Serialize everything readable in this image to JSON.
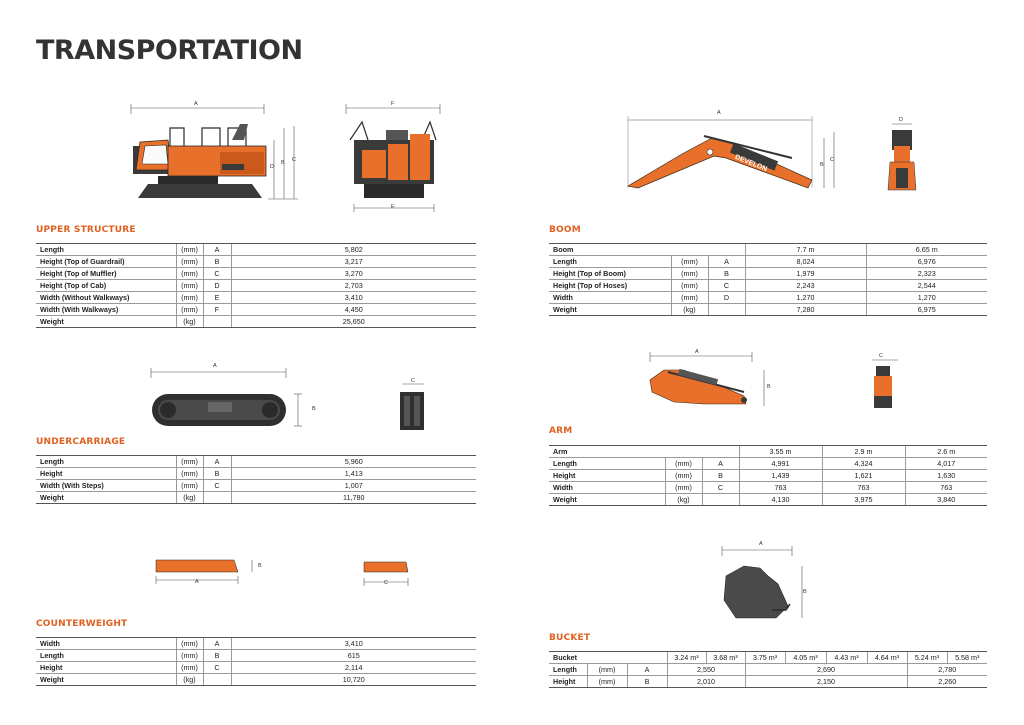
{
  "page_title": "TRANSPORTATION",
  "colors": {
    "accent": "#e06020",
    "machine_orange": "#e8702a",
    "machine_dark": "#3a3a3a"
  },
  "upper_structure": {
    "heading": "UPPER STRUCTURE",
    "rows": [
      {
        "label": "Length",
        "unit": "(mm)",
        "code": "A",
        "value": "5,802"
      },
      {
        "label": "Height (Top of Guardrail)",
        "unit": "(mm)",
        "code": "B",
        "value": "3,217"
      },
      {
        "label": "Height (Top of Muffler)",
        "unit": "(mm)",
        "code": "C",
        "value": "3,270"
      },
      {
        "label": "Height (Top of Cab)",
        "unit": "(mm)",
        "code": "D",
        "value": "2,703"
      },
      {
        "label": "Width (Without Walkways)",
        "unit": "(mm)",
        "code": "E",
        "value": "3,410"
      },
      {
        "label": "Width (With Walkways)",
        "unit": "(mm)",
        "code": "F",
        "value": "4,450"
      },
      {
        "label": "Weight",
        "unit": "(kg)",
        "code": "",
        "value": "25,650"
      }
    ],
    "figure_labels": [
      "A",
      "B",
      "C",
      "D",
      "E",
      "F"
    ]
  },
  "undercarriage": {
    "heading": "UNDERCARRIAGE",
    "rows": [
      {
        "label": "Length",
        "unit": "(mm)",
        "code": "A",
        "value": "5,960"
      },
      {
        "label": "Height",
        "unit": "(mm)",
        "code": "B",
        "value": "1,413"
      },
      {
        "label": "Width (With Steps)",
        "unit": "(mm)",
        "code": "C",
        "value": "1,007"
      },
      {
        "label": "Weight",
        "unit": "(kg)",
        "code": "",
        "value": "11,780"
      }
    ],
    "figure_labels": [
      "A",
      "B",
      "C"
    ]
  },
  "counterweight": {
    "heading": "COUNTERWEIGHT",
    "rows": [
      {
        "label": "Width",
        "unit": "(mm)",
        "code": "A",
        "value": "3,410"
      },
      {
        "label": "Length",
        "unit": "(mm)",
        "code": "B",
        "value": "615"
      },
      {
        "label": "Height",
        "unit": "(mm)",
        "code": "C",
        "value": "2,114"
      },
      {
        "label": "Weight",
        "unit": "(kg)",
        "code": "",
        "value": "10,720"
      }
    ],
    "figure_labels": [
      "A",
      "B",
      "C"
    ]
  },
  "boom": {
    "heading": "BOOM",
    "header": {
      "label": "Boom",
      "v1": "7.7 m",
      "v2": "6.65 m"
    },
    "rows": [
      {
        "label": "Length",
        "unit": "(mm)",
        "code": "A",
        "v1": "8,024",
        "v2": "6,976"
      },
      {
        "label": "Height (Top of Boom)",
        "unit": "(mm)",
        "code": "B",
        "v1": "1,979",
        "v2": "2,323"
      },
      {
        "label": "Height (Top of Hoses)",
        "unit": "(mm)",
        "code": "C",
        "v1": "2,243",
        "v2": "2,544"
      },
      {
        "label": "Width",
        "unit": "(mm)",
        "code": "D",
        "v1": "1,270",
        "v2": "1,270"
      },
      {
        "label": "Weight",
        "unit": "(kg)",
        "code": "",
        "v1": "7,280",
        "v2": "6,975"
      }
    ],
    "figure_labels": [
      "A",
      "B",
      "C",
      "D"
    ],
    "brand_mark": "DEVELON"
  },
  "arm": {
    "heading": "ARM",
    "header": {
      "label": "Arm",
      "v1": "3.55 m",
      "v2": "2.9 m",
      "v3": "2.6 m"
    },
    "rows": [
      {
        "label": "Length",
        "unit": "(mm)",
        "code": "A",
        "v1": "4,991",
        "v2": "4,324",
        "v3": "4,017"
      },
      {
        "label": "Height",
        "unit": "(mm)",
        "code": "B",
        "v1": "1,439",
        "v2": "1,621",
        "v3": "1,630"
      },
      {
        "label": "Width",
        "unit": "(mm)",
        "code": "C",
        "v1": "763",
        "v2": "763",
        "v3": "763"
      },
      {
        "label": "Weight",
        "unit": "(kg)",
        "code": "",
        "v1": "4,130",
        "v2": "3,975",
        "v3": "3,840"
      }
    ],
    "figure_labels": [
      "A",
      "B",
      "C"
    ]
  },
  "bucket": {
    "heading": "BUCKET",
    "header": {
      "label": "Bucket",
      "caps": [
        "3.24 m³",
        "3.68 m³",
        "3.75 m³",
        "4.05 m³",
        "4.43 m³",
        "4.64 m³",
        "5.24 m³",
        "5.58 m³"
      ]
    },
    "rows": [
      {
        "label": "Length",
        "unit": "(mm)",
        "code": "A",
        "g1": "2,550",
        "g2": "2,690",
        "g3": "2,780"
      },
      {
        "label": "Height",
        "unit": "(mm)",
        "code": "B",
        "g1": "2,010",
        "g2": "2,150",
        "g3": "2,260"
      }
    ],
    "figure_labels": [
      "A",
      "B"
    ]
  }
}
